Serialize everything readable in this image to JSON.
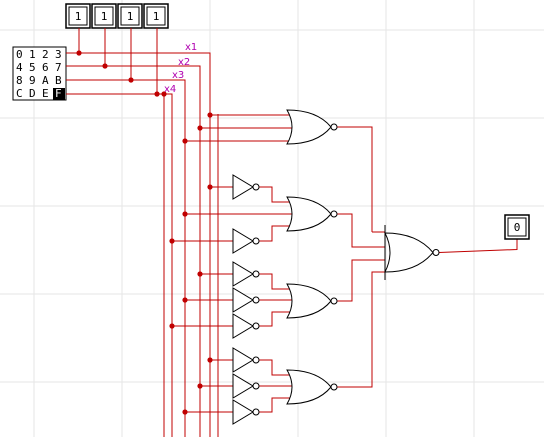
{
  "inputs": [
    {
      "name": "x1",
      "value": "1"
    },
    {
      "name": "x2",
      "value": "1"
    },
    {
      "name": "x3",
      "value": "1"
    },
    {
      "name": "x4",
      "value": "1"
    }
  ],
  "keypad": {
    "rows": [
      [
        "0",
        "1",
        "2",
        "3"
      ],
      [
        "4",
        "5",
        "6",
        "7"
      ],
      [
        "8",
        "9",
        "A",
        "B"
      ],
      [
        "C",
        "D",
        "E",
        "F"
      ]
    ],
    "selected": "F"
  },
  "output": {
    "value": "0"
  },
  "colors": {
    "wire": "#c00000",
    "gate": "#000000",
    "grid": "#e6e6e6",
    "label": "#b000b0",
    "selected_bg": "#000000"
  }
}
